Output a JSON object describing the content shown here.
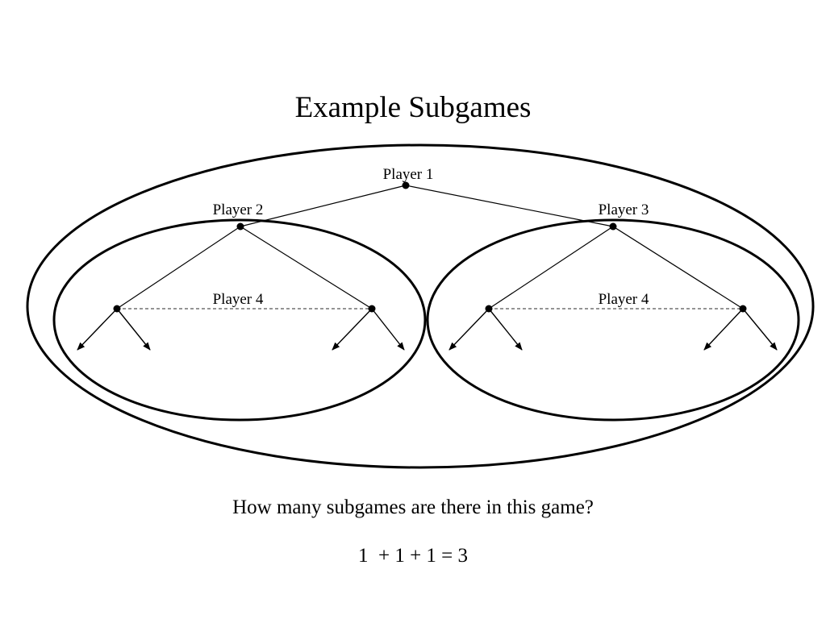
{
  "slide": {
    "title": "Example Subgames",
    "question": "How many subgames are there in this game?",
    "answer": "1  + 1 + 1 = 3"
  },
  "diagram": {
    "labels": {
      "player1": "Player 1",
      "player2": "Player 2",
      "player3": "Player 3",
      "player4_left": "Player 4",
      "player4_right": "Player 4"
    },
    "colors": {
      "ink": "#000000",
      "info_set_line": "#555555"
    }
  }
}
